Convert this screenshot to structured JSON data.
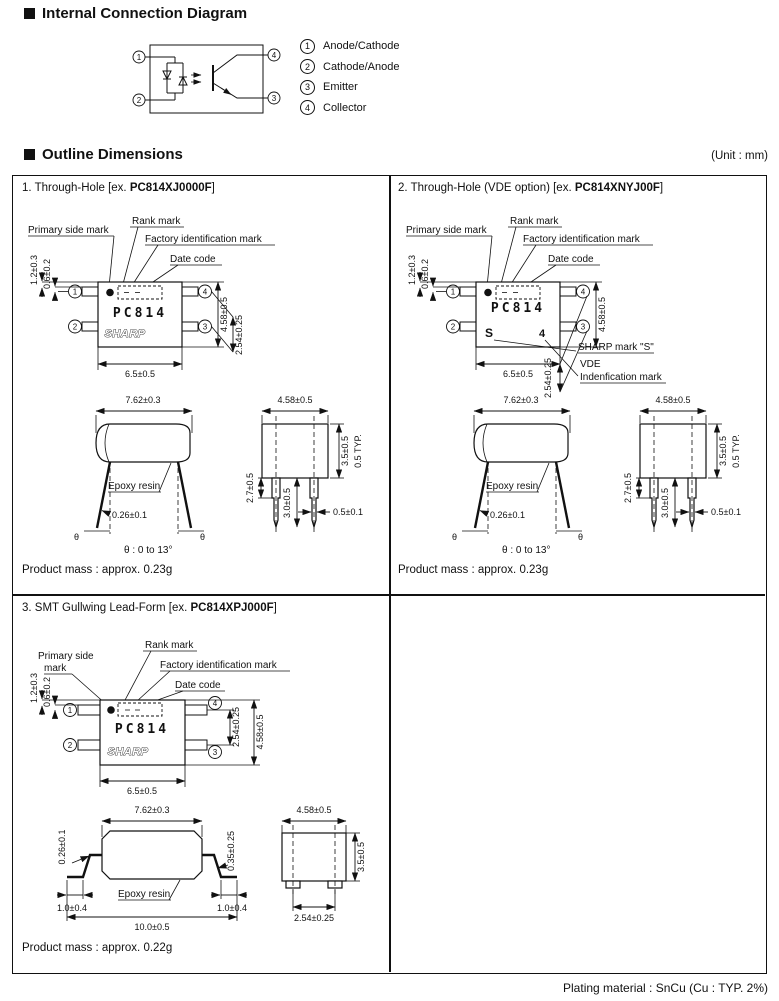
{
  "sections": {
    "connection_title": "Internal Connection Diagram",
    "outline_title": "Outline Dimensions",
    "unit_note": "(Unit : mm)"
  },
  "pin_numbers": {
    "p1": "1",
    "p2": "2",
    "p3": "3",
    "p4": "4"
  },
  "connection": {
    "legend": [
      {
        "num": "1",
        "label": "Anode/Cathode"
      },
      {
        "num": "2",
        "label": "Cathode/Anode"
      },
      {
        "num": "3",
        "label": "Emitter"
      },
      {
        "num": "4",
        "label": "Collector"
      }
    ]
  },
  "cell1": {
    "heading_prefix": "1. Through-Hole [ex. ",
    "part_number": "PC814XJ0000F",
    "heading_suffix": "]",
    "labels": {
      "primary": "Primary side mark",
      "rank": "Rank mark",
      "factory": "Factory identification mark",
      "date": "Date code",
      "epoxy": "Epoxy resin"
    },
    "package": {
      "part": "PC814",
      "brand": "SHARP"
    },
    "dims": {
      "d12": "1.2±0.3",
      "d06": "0.6±0.2",
      "d458_body": "4.58±0.5",
      "d65": "6.5±0.5",
      "d254_pitch": "2.54±0.25",
      "d762": "7.62±0.3",
      "d026": "0.26±0.1",
      "theta": "θ",
      "theta_range": "θ : 0 to 13°",
      "d458_end": "4.58±0.5",
      "d35": "3.5±0.5",
      "d05typ": "0.5 TYP.",
      "d27": "2.7±0.5",
      "d30": "3.0±0.5",
      "d05": "0.5±0.1"
    },
    "mass": "Product mass : approx. 0.23g"
  },
  "cell2": {
    "heading_prefix": "2. Through-Hole (VDE option) [ex. ",
    "part_number": "PC814XNYJ00F",
    "heading_suffix": "]",
    "labels": {
      "primary": "Primary side mark",
      "rank": "Rank mark",
      "factory": "Factory identification mark",
      "date": "Date code",
      "epoxy": "Epoxy resin",
      "sharp_mark": "SHARP mark \"S\"",
      "vde_line1": "VDE",
      "vde_line2": "Indenfication mark"
    },
    "package": {
      "part": "PC814",
      "s_mark": "S",
      "vde_digit": "4"
    },
    "dims": {
      "d12": "1.2±0.3",
      "d06": "0.6±0.2",
      "d458_body": "4.58±0.5",
      "d65": "6.5±0.5",
      "d254_pitch": "2.54±0.25",
      "d762": "7.62±0.3",
      "d026": "0.26±0.1",
      "theta": "θ",
      "theta_range": "θ : 0 to 13°",
      "d458_end": "4.58±0.5",
      "d35": "3.5±0.5",
      "d05typ": "0.5 TYP.",
      "d27": "2.7±0.5",
      "d30": "3.0±0.5",
      "d05": "0.5±0.1"
    },
    "mass": "Product mass : approx. 0.23g"
  },
  "cell3": {
    "heading_prefix": "3. SMT Gullwing Lead-Form [ex. ",
    "part_number": "PC814XPJ000F",
    "heading_suffix": "]",
    "labels": {
      "primary_line1": "Primary side",
      "primary_line2": "mark",
      "rank": "Rank mark",
      "factory": "Factory identification mark",
      "date": "Date code",
      "epoxy": "Epoxy resin"
    },
    "package": {
      "part": "PC814",
      "brand": "SHARP"
    },
    "dims": {
      "d12": "1.2±0.3",
      "d06": "0.6±0.2",
      "d458_body": "4.58±0.5",
      "d65": "6.5±0.5",
      "d254_pitch": "2.54±0.25",
      "d762": "7.62±0.3",
      "d026": "0.26±0.1",
      "d035": "0.35±0.25",
      "d10_left": "1.0±0.4",
      "d10_right": "1.0±0.4",
      "d100": "10.0±0.5",
      "d458_end": "4.58±0.5",
      "d35": "3.5±0.5",
      "d254_end": "2.54±0.25"
    },
    "mass": "Product mass : approx. 0.22g"
  },
  "footer": {
    "plating": "Plating material : SnCu (Cu : TYP. 2%)"
  }
}
